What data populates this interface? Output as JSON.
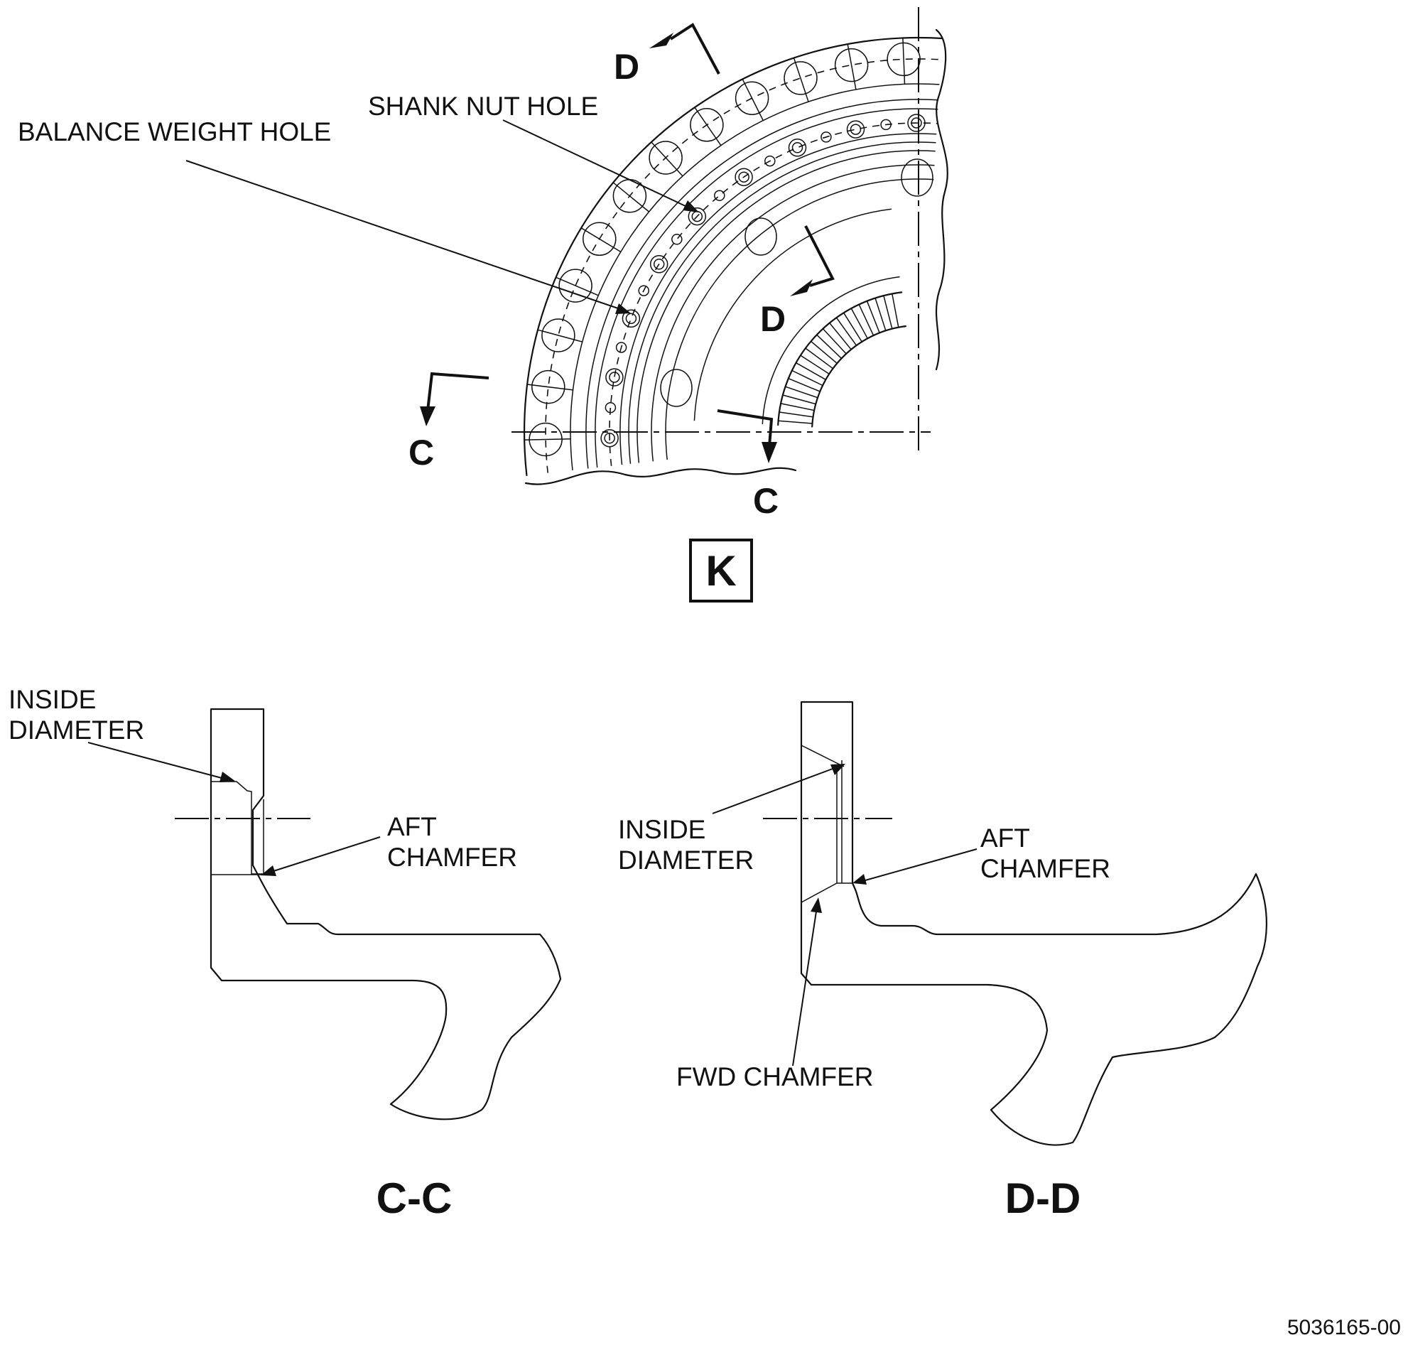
{
  "view": {
    "detail_label": "K",
    "section_cuts": [
      "C",
      "C",
      "D",
      "D"
    ]
  },
  "detail_k": {
    "callouts": {
      "balance_weight_hole": "BALANCE WEIGHT HOLE",
      "shank_nut_hole": "SHANK NUT HOLE"
    }
  },
  "section_cc": {
    "title": "C-C",
    "inside_diameter": [
      "INSIDE",
      "DIAMETER"
    ],
    "aft_chamfer": [
      "AFT",
      "CHAMFER"
    ]
  },
  "section_dd": {
    "title": "D-D",
    "inside_diameter": [
      "INSIDE",
      "DIAMETER"
    ],
    "aft_chamfer": [
      "AFT",
      "CHAMFER"
    ],
    "fwd_chamfer": "FWD CHAMFER"
  },
  "figure_number": "5036165-00"
}
